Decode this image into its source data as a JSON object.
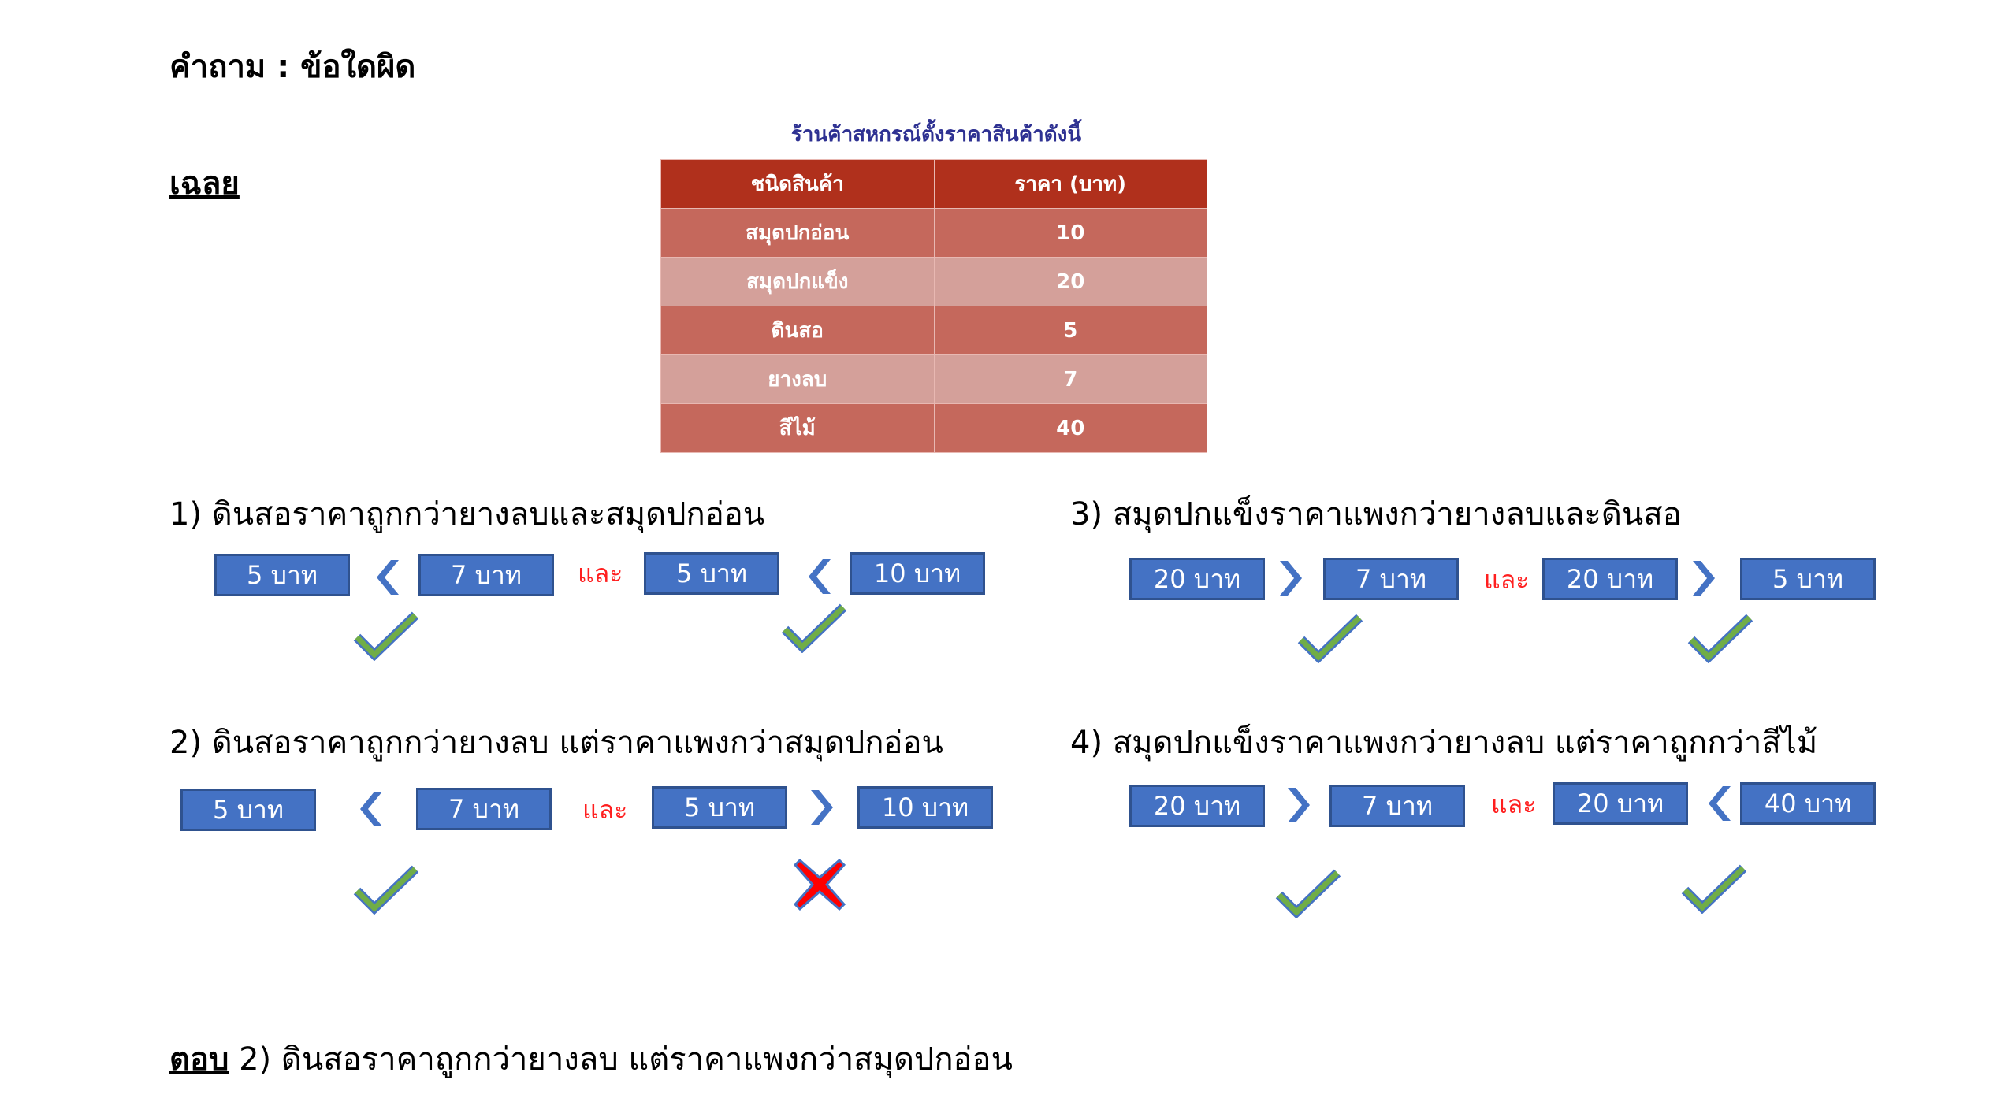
{
  "question": {
    "title": "คำถาม :  ข้อใดผิด"
  },
  "answer_heading": "เฉลย",
  "table": {
    "caption": "ร้านค้าสหกรณ์ตั้งราคาสินค้าดังนี้",
    "headers": [
      "ชนิดสินค้า",
      "ราคา (บาท)"
    ],
    "rows": [
      [
        "สมุดปกอ่อน",
        "10"
      ],
      [
        "สมุดปกแข็ง",
        "20"
      ],
      [
        "ดินสอ",
        "5"
      ],
      [
        "ยางลบ",
        "7"
      ],
      [
        "สีไม้",
        "40"
      ]
    ]
  },
  "options": [
    {
      "label": "1) ดินสอราคาถูกกว่ายางลบและสมุดปกอ่อน",
      "boxes": [
        "5 บาท",
        "7 บาท",
        "5 บาท",
        "10 บาท"
      ],
      "comparators": [
        "less-than",
        "less-than"
      ],
      "marks": [
        "check",
        "check"
      ]
    },
    {
      "label": "2) ดินสอราคาถูกกว่ายางลบ แต่ราคาแพงกว่าสมุดปกอ่อน",
      "boxes": [
        "5 บาท",
        "7 บาท",
        "5 บาท",
        "10 บาท"
      ],
      "comparators": [
        "less-than",
        "greater-than"
      ],
      "marks": [
        "check",
        "cross"
      ]
    },
    {
      "label": "3) สมุดปกแข็งราคาแพงกว่ายางลบและดินสอ",
      "boxes": [
        "20 บาท",
        "7 บาท",
        "20 บาท",
        "5 บาท"
      ],
      "comparators": [
        "greater-than",
        "greater-than"
      ],
      "marks": [
        "check",
        "check"
      ]
    },
    {
      "label": "4) สมุดปกแข็งราคาแพงกว่ายางลบ แต่ราคาถูกกว่าสีไม้",
      "boxes": [
        "20 บาท",
        "7 บาท",
        "20 บาท",
        "40 บาท"
      ],
      "comparators": [
        "greater-than",
        "less-than"
      ],
      "marks": [
        "check",
        "check"
      ]
    }
  ],
  "and_word": "และ",
  "final": {
    "label": "ตอบ",
    "text": " 2) ดินสอราคาถูกกว่ายางลบ แต่ราคาแพงกว่าสมุดปกอ่อน"
  },
  "colors": {
    "box": "#4472c4",
    "box_border": "#2f528f",
    "and_word": "#ff1f1f",
    "check": "#70ad47",
    "check_outline": "#4472c4",
    "cross": "#ff0000",
    "table_header": "#b0301c"
  }
}
